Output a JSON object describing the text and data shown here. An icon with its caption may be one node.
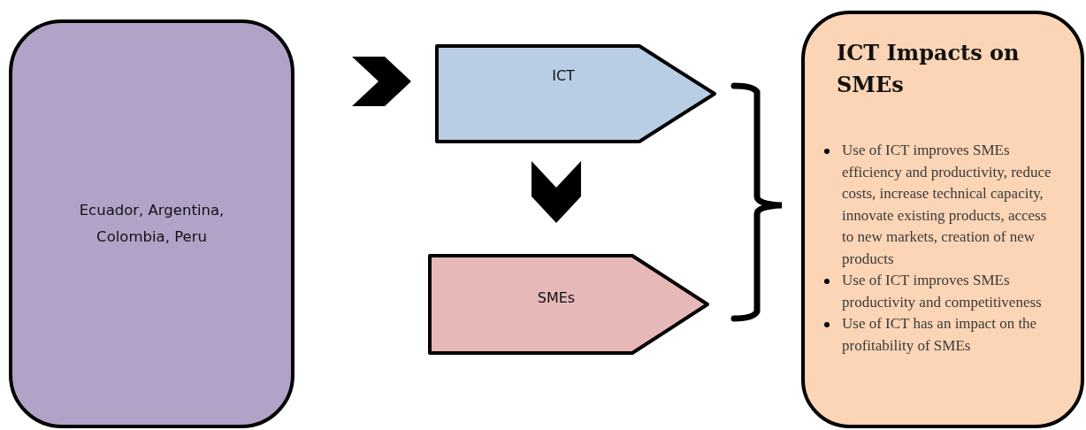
{
  "diagram": {
    "nodes": [
      {
        "text": [
          "Ecuador, Argentina, Colombia, Peru"
        ]
      },
      {
        "text": [
          "ICT"
        ]
      },
      {
        "text": [
          "SMEs"
        ]
      },
      {
        "text": [
          "ICT Impacts on SMEs",
          "Use of ICT improves SMEs efficiency and productivity, reduce costs, increase technical capacity, innovate existing products, access to new markets, creation of new products",
          "Use of ICT improves SMEs productivity and competitiveness",
          "Use of ICT has an impact on the profitability of SMEs"
        ]
      }
    ],
    "edges": [
      {
        "from": 0,
        "to": 1,
        "arrow": "to"
      },
      {
        "from": 1,
        "to": 2,
        "arrow": "to"
      }
    ]
  }
}
